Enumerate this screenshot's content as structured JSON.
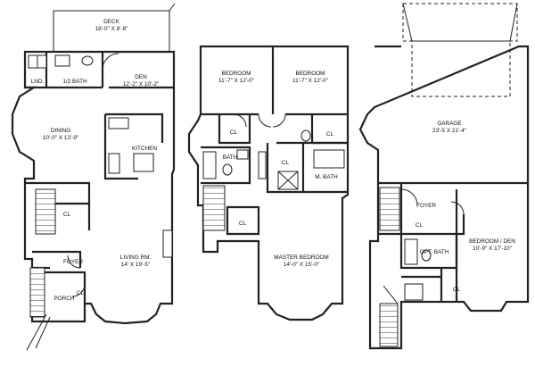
{
  "floor1": {
    "deck": {
      "name": "DECK",
      "dim": "18'-0\" X 8'-8\""
    },
    "laundry": {
      "name": "LND."
    },
    "half_bath": {
      "name": "1/2 BATH"
    },
    "den": {
      "name": "DEN",
      "dim": "12'-2\" X 10'-2\""
    },
    "dining": {
      "name": "DINING",
      "dim": "10'-0\" X 13'-9\""
    },
    "kitchen": {
      "name": "KITCHEN"
    },
    "closet": {
      "name": "CL"
    },
    "foyer": {
      "name": "FOYER"
    },
    "living": {
      "name": "LIVING RM.",
      "dim": "14' X 19'-5\""
    },
    "porch": {
      "name": "PORCH"
    },
    "small_cl": {
      "name": "CL"
    }
  },
  "floor2": {
    "bedroom_a": {
      "name": "BEDROOM",
      "dim": "11'-7\" X 12'-0\""
    },
    "bedroom_b": {
      "name": "BEDROOM",
      "dim": "11'-7\" X 12'-0\""
    },
    "cl_left": {
      "name": "CL"
    },
    "cl_right": {
      "name": "CL"
    },
    "bath": {
      "name": "BATH"
    },
    "cl_mid": {
      "name": "CL"
    },
    "mbath": {
      "name": "M. BATH"
    },
    "cl_lower": {
      "name": "CL"
    },
    "master": {
      "name": "MASTER BEDROOM",
      "dim": "14'-0\" X 15'-0\""
    }
  },
  "floor3": {
    "garage": {
      "name": "GARAGE",
      "dim": "23'-5 X 21'-4\""
    },
    "foyer": {
      "name": "FOYER"
    },
    "cl_left": {
      "name": "CL"
    },
    "opt_bath": {
      "name": "OPT. BATH"
    },
    "bedroom_den": {
      "name": "BEDROOM / DEN",
      "dim": "10'-9\" X 17'-10\""
    },
    "cl_bottom": {
      "name": "CL"
    }
  }
}
